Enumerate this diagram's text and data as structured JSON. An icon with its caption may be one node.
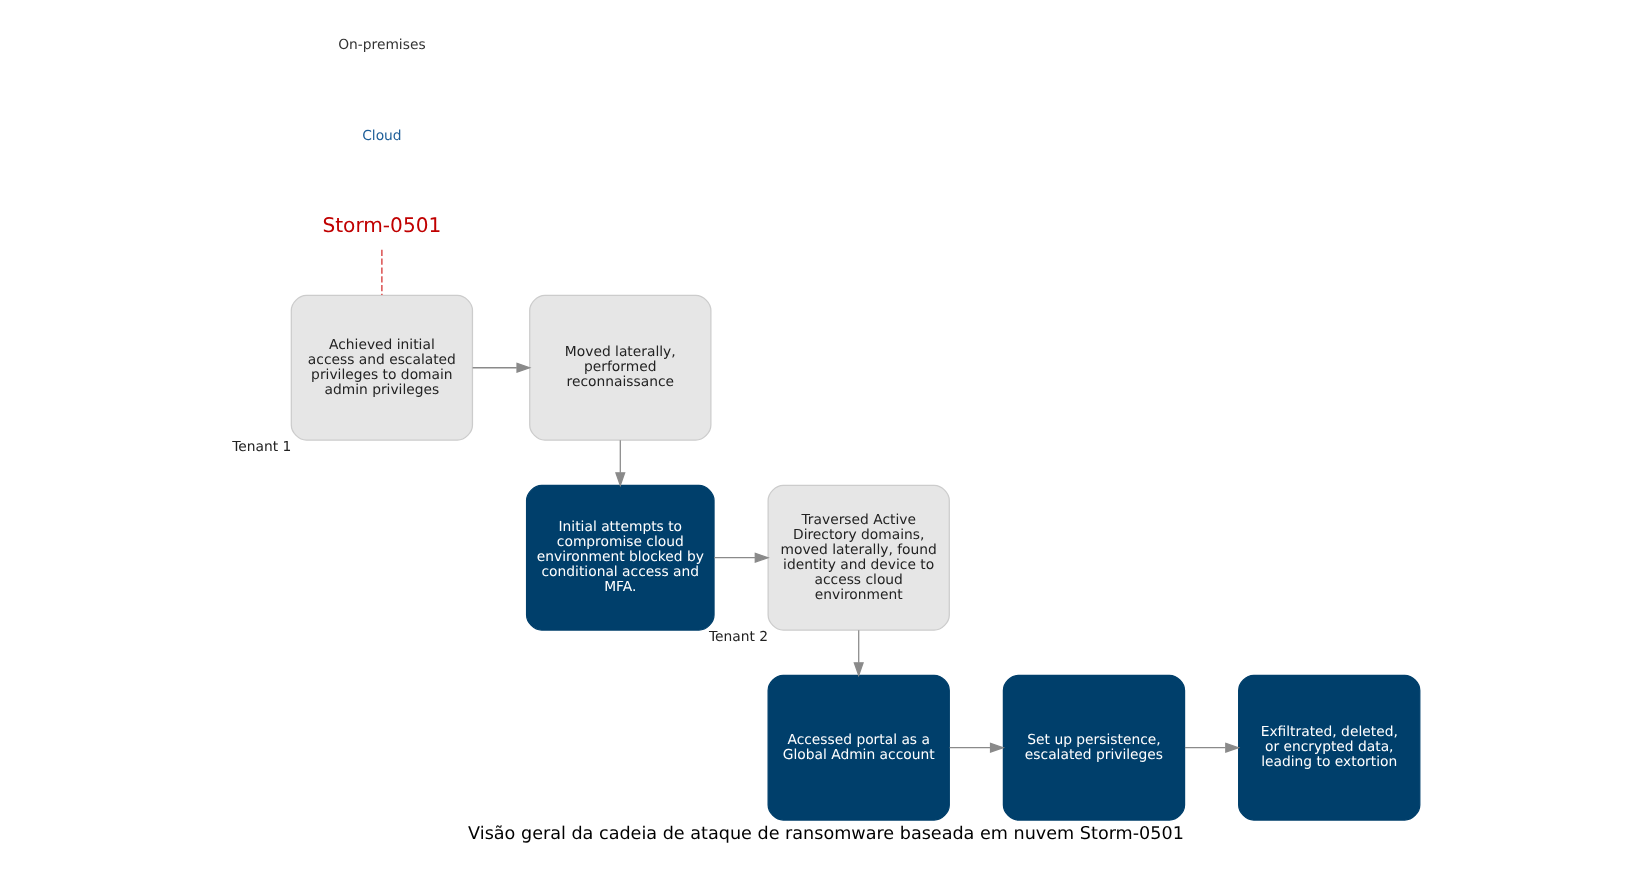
{
  "diagram": {
    "caption": "Visão geral da cadeia de ataque de ransomware baseada em nuvem Storm-0501",
    "nodes": [
      {
        "text": [
          "Storm-0501"
        ]
      },
      {
        "text": [
          "Achieved initial access and escalated privileges to domain admin privileges"
        ],
        "beside": [
          "Tenant 1"
        ]
      },
      {
        "text": [
          "Moved laterally, performed reconnaissance"
        ]
      },
      {
        "text": [
          "Initial attempts to compromise cloud environment blocked by conditional access and MFA."
        ]
      },
      {
        "text": [
          "Traversed Active Directory domains, moved laterally, found identity and device to access cloud environment"
        ],
        "beside": [
          "Tenant 2"
        ]
      },
      {
        "text": [
          "Accessed portal as a Global Admin account"
        ]
      },
      {
        "text": [
          "Set up persistence, escalated privileges"
        ]
      },
      {
        "text": [
          "Exfiltrated, deleted, or encrypted data, leading to extortion"
        ]
      }
    ],
    "edges": [
      {
        "from": 0,
        "to": 1,
        "arrow": "none",
        "style": "dashed",
        "color": "#d32f2f"
      },
      {
        "from": 1,
        "to": 2,
        "arrow": "to"
      },
      {
        "from": 2,
        "to": 3,
        "arrow": "to"
      },
      {
        "from": 3,
        "to": 4,
        "arrow": "to"
      },
      {
        "from": 4,
        "to": 5,
        "arrow": "to"
      },
      {
        "from": 5,
        "to": 6,
        "arrow": "to"
      },
      {
        "from": 6,
        "to": 7,
        "arrow": "to"
      }
    ],
    "labels": [
      "Cloud",
      "On-premises"
    ]
  }
}
